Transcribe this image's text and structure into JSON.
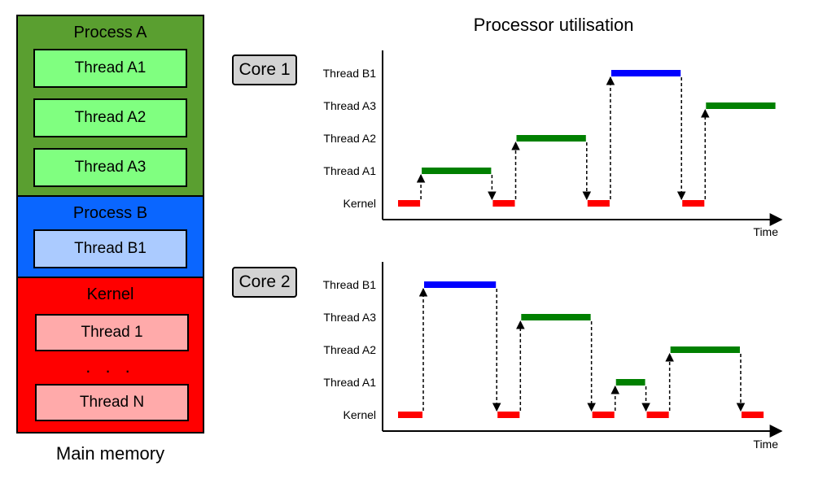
{
  "memory": {
    "caption": "Main memory",
    "process_a": {
      "title": "Process A",
      "color": "#5a9f30",
      "thread_color": "#80ff80",
      "threads": [
        "Thread A1",
        "Thread A2",
        "Thread A3"
      ]
    },
    "process_b": {
      "title": "Process B",
      "color": "#0a66ff",
      "thread_color": "#abcbff",
      "threads": [
        "Thread B1"
      ]
    },
    "kernel": {
      "title": "Kernel",
      "color": "#ff0000",
      "thread_color": "#ffaaaa",
      "threads": [
        "Thread 1",
        "Thread N"
      ],
      "ellipsis": ". . ."
    }
  },
  "utilisation": {
    "title": "Processor utilisation",
    "time_label": "Time",
    "colors": {
      "kernel": "#ff0000",
      "process_a": "#008000",
      "process_b": "#0000ff"
    },
    "cores": [
      {
        "label": "Core 1",
        "levels": [
          "Kernel",
          "Thread A1",
          "Thread A2",
          "Thread A3",
          "Thread B1"
        ],
        "segments": [
          {
            "level": 0,
            "start": 0.0,
            "end": 1.0
          },
          {
            "level": 1,
            "start": 1.0,
            "end": 4.0
          },
          {
            "level": 0,
            "start": 4.0,
            "end": 5.0
          },
          {
            "level": 2,
            "start": 5.0,
            "end": 8.0
          },
          {
            "level": 0,
            "start": 8.0,
            "end": 9.0
          },
          {
            "level": 4,
            "start": 9.0,
            "end": 12.0
          },
          {
            "level": 0,
            "start": 12.0,
            "end": 13.0
          },
          {
            "level": 3,
            "start": 13.0,
            "end": 16.0
          }
        ]
      },
      {
        "label": "Core 2",
        "levels": [
          "Kernel",
          "Thread A1",
          "Thread A2",
          "Thread A3",
          "Thread B1"
        ],
        "segments": [
          {
            "level": 0,
            "start": 0.0,
            "end": 1.1
          },
          {
            "level": 4,
            "start": 1.1,
            "end": 4.2
          },
          {
            "level": 0,
            "start": 4.2,
            "end": 5.2
          },
          {
            "level": 3,
            "start": 5.2,
            "end": 8.2
          },
          {
            "level": 0,
            "start": 8.2,
            "end": 9.2
          },
          {
            "level": 1,
            "start": 9.2,
            "end": 10.5
          },
          {
            "level": 0,
            "start": 10.5,
            "end": 11.5
          },
          {
            "level": 2,
            "start": 11.5,
            "end": 14.5
          },
          {
            "level": 0,
            "start": 14.5,
            "end": 15.5
          }
        ]
      }
    ]
  }
}
